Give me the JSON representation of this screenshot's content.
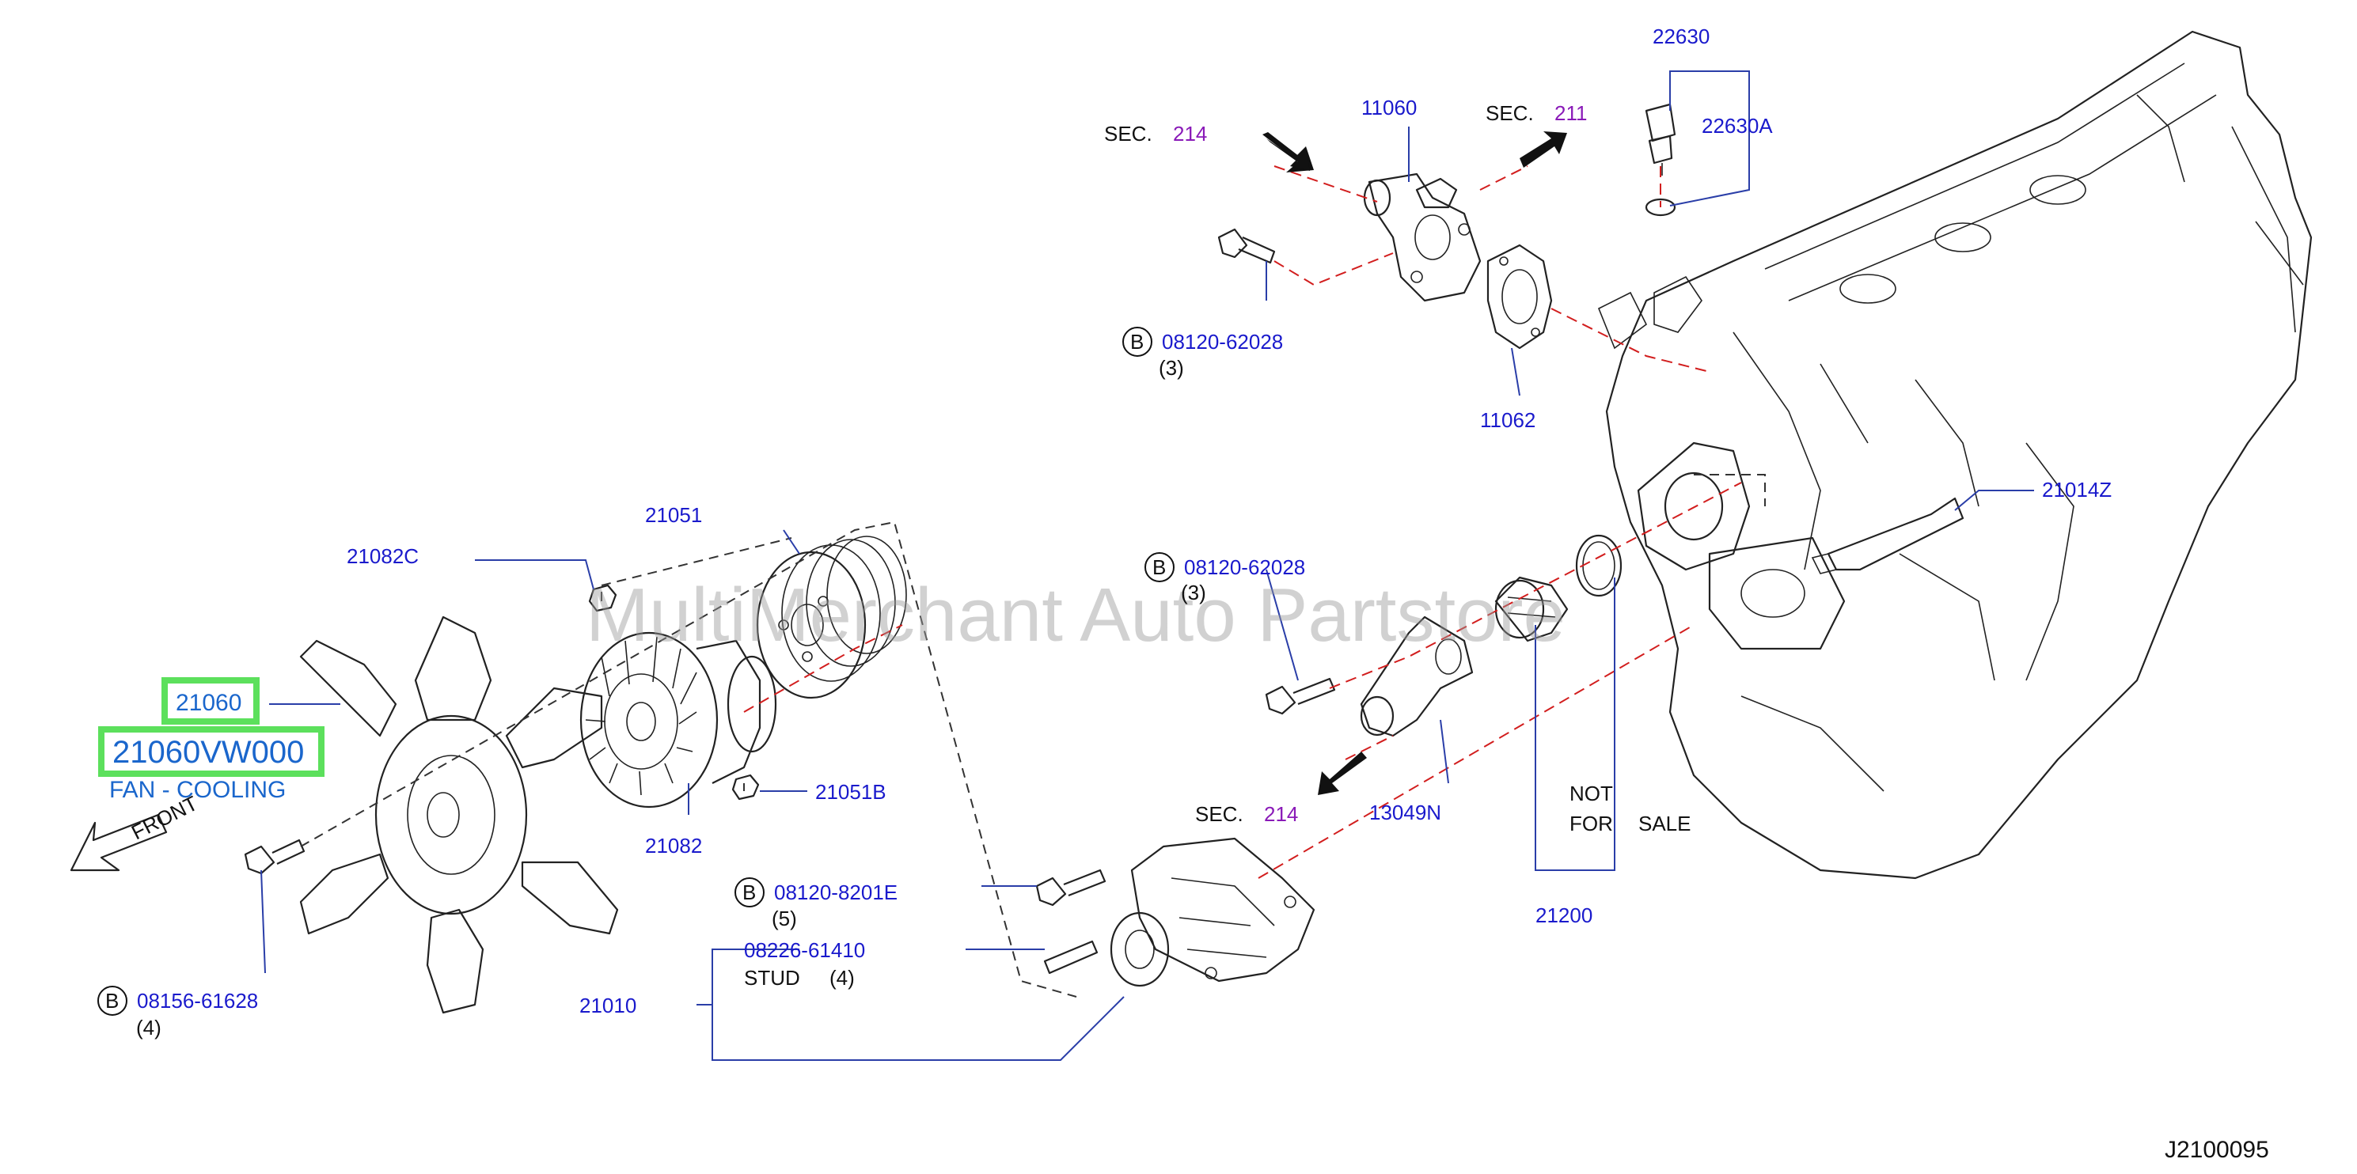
{
  "watermark": "MultiMerchant Auto Partstore",
  "diagram_ref": "J2100095",
  "bolt_marker": "B",
  "highlight": {
    "part_number": "21060",
    "full_part_number": "21060VW000",
    "description": "FAN - COOLING",
    "box_color": "#5ce05c"
  },
  "direction_label": "FRONT",
  "sec_prefix": "SEC.",
  "sections": [
    "214",
    "211",
    "214"
  ],
  "parts": {
    "p22630": "22630",
    "p22630A": "22630A",
    "p11060": "11060",
    "p11062": "11062",
    "p21014Z": "21014Z",
    "p21051": "21051",
    "p21082C": "21082C",
    "p21051B": "21051B",
    "p21082": "21082",
    "p13049N": "13049N",
    "p21200": "21200",
    "p21010": "21010",
    "bolt1": "08120-62028",
    "bolt2": "08120-62028",
    "bolt3": "08120-8201E",
    "bolt4": "08156-61628",
    "stud": "08226-61410"
  },
  "quantities": {
    "bolt1_qty": "(3)",
    "bolt2_qty": "(3)",
    "bolt3_qty": "(5)",
    "bolt4_qty": "(4)",
    "stud_qty": "(4)"
  },
  "stud_label": "STUD",
  "not_for_sale": [
    "NOT",
    "FOR",
    "SALE"
  ],
  "colors": {
    "part_number": "#1a1acc",
    "section_number": "#8a1ab8",
    "highlight_text": "#1a66cc",
    "dashed_line": "#d21e1e"
  }
}
